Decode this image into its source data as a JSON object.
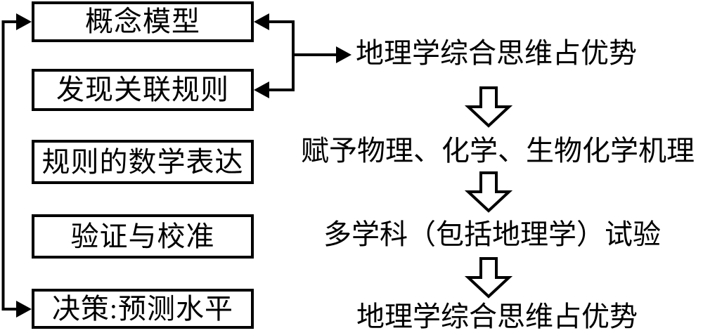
{
  "diagram": {
    "boxes": [
      {
        "label": "概念模型"
      },
      {
        "label": "发现关联规则"
      },
      {
        "label": "规则的数学表达"
      },
      {
        "label": "验证与校准"
      },
      {
        "label": "决策:预测水平"
      }
    ],
    "right_items": [
      {
        "label": "地理学综合思维占优势"
      },
      {
        "label": "赋予物理、化学、生物化学机理"
      },
      {
        "label": "多学科（包括地理学）试验"
      },
      {
        "label": "地理学综合思维占优势"
      }
    ],
    "connections": [
      {
        "from": "决策:预测水平",
        "to": "概念模型",
        "type": "feedback-loop-double-arrow"
      },
      {
        "from": "概念模型 + 发现关联规则",
        "to": "地理学综合思维占优势",
        "type": "merge-arrow"
      },
      {
        "from": "地理学综合思维占优势",
        "to": "赋予物理、化学、生物化学机理",
        "type": "hollow-down-arrow"
      },
      {
        "from": "赋予物理、化学、生物化学机理",
        "to": "多学科（包括地理学）试验",
        "type": "hollow-down-arrow"
      },
      {
        "from": "多学科（包括地理学）试验",
        "to": "地理学综合思维占优势",
        "type": "hollow-down-arrow"
      }
    ],
    "colors": {
      "line": "#000000",
      "text": "#000000",
      "background": "#ffffff"
    }
  }
}
